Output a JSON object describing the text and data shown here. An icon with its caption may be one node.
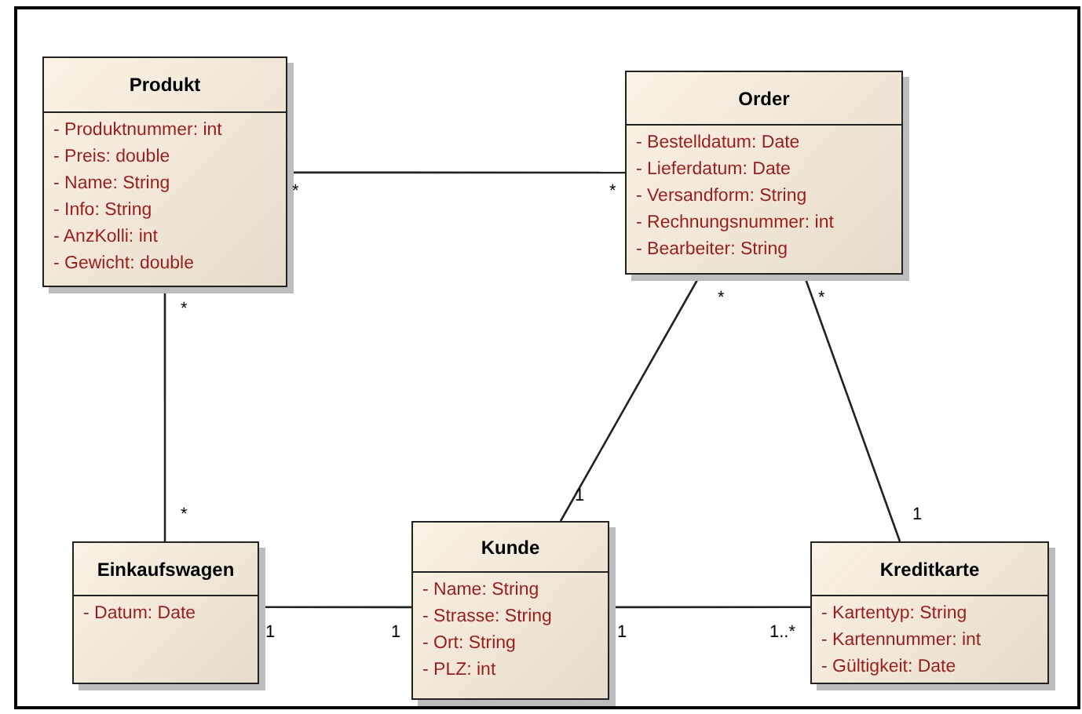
{
  "diagram": {
    "nodes": [
      {
        "text": [
          "Produkt",
          "- Produktnummer: int",
          "- Preis: double",
          "- Name: String",
          "- Info: String",
          "- AnzKolli: int",
          "- Gewicht: double"
        ]
      },
      {
        "text": [
          "Order",
          "- Bestelldatum: Date",
          "- Lieferdatum: Date",
          "- Versandform: String",
          "- Rechnungsnummer: int",
          "- Bearbeiter: String"
        ]
      },
      {
        "text": [
          "Einkaufswagen",
          "- Datum: Date"
        ]
      },
      {
        "text": [
          "Kunde",
          "- Name: String",
          "- Strasse: String",
          "- Ort: String",
          "- PLZ: int"
        ]
      },
      {
        "text": [
          "Kreditkarte",
          "- Kartentyp: String",
          "- Kartennummer: int",
          "- Gültigkeit: Date"
        ]
      }
    ],
    "edges": [
      {
        "from": 0,
        "to": 1,
        "arrow": "none"
      },
      {
        "from": 0,
        "to": 2,
        "arrow": "none"
      },
      {
        "from": 1,
        "to": 3,
        "arrow": "none"
      },
      {
        "from": 1,
        "to": 4,
        "arrow": "none"
      },
      {
        "from": 2,
        "to": 3,
        "arrow": "none"
      },
      {
        "from": 3,
        "to": 4,
        "arrow": "none"
      }
    ],
    "labels": [
      "*",
      "*",
      "*",
      "*",
      "*",
      "1",
      "*",
      "1",
      "1",
      "1",
      "1",
      "1..*"
    ]
  }
}
